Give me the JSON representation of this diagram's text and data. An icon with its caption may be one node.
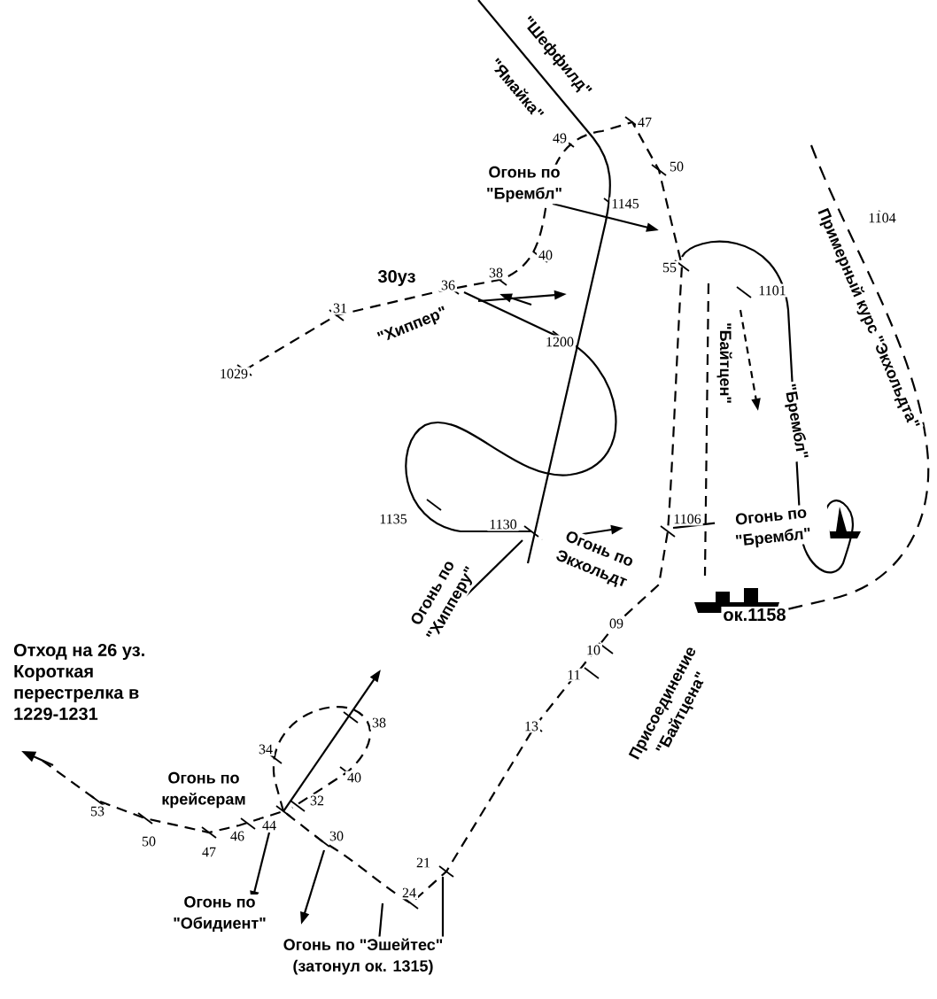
{
  "diagram": {
    "labels": [
      "\"Шеффилд\"",
      "\"Ямайка\"",
      "47",
      "49",
      "50",
      "Примерный курс \"Экхольдта\"",
      "1104",
      "Огонь по \"Брембл\"",
      "1145",
      "40",
      "38",
      "36",
      "30уз",
      "31",
      "1029",
      "\"Хиппер\"",
      "1200",
      "55",
      "1101",
      "\"Байтцен\"",
      "\"Брембл\"",
      "1135",
      "1130",
      "Огонь по \"Хипперу\"",
      "Огонь по Экхольдт",
      "1106",
      "Огонь по \"Брембл\"",
      "ок.1158",
      "09",
      "10",
      "11",
      "13",
      "Присоединение \"Байтцена\"",
      "Отход на 26 уз. Короткая перестрелка в 1229-1231",
      "34",
      "38",
      "40",
      "Огонь по крейсерам",
      "32",
      "44",
      "46",
      "47",
      "50",
      "53",
      "30",
      "21",
      "24",
      "Огонь по \"Обидиент\"",
      "Огонь по \"Эшейтес\" (затонул ок. 1315)"
    ]
  }
}
